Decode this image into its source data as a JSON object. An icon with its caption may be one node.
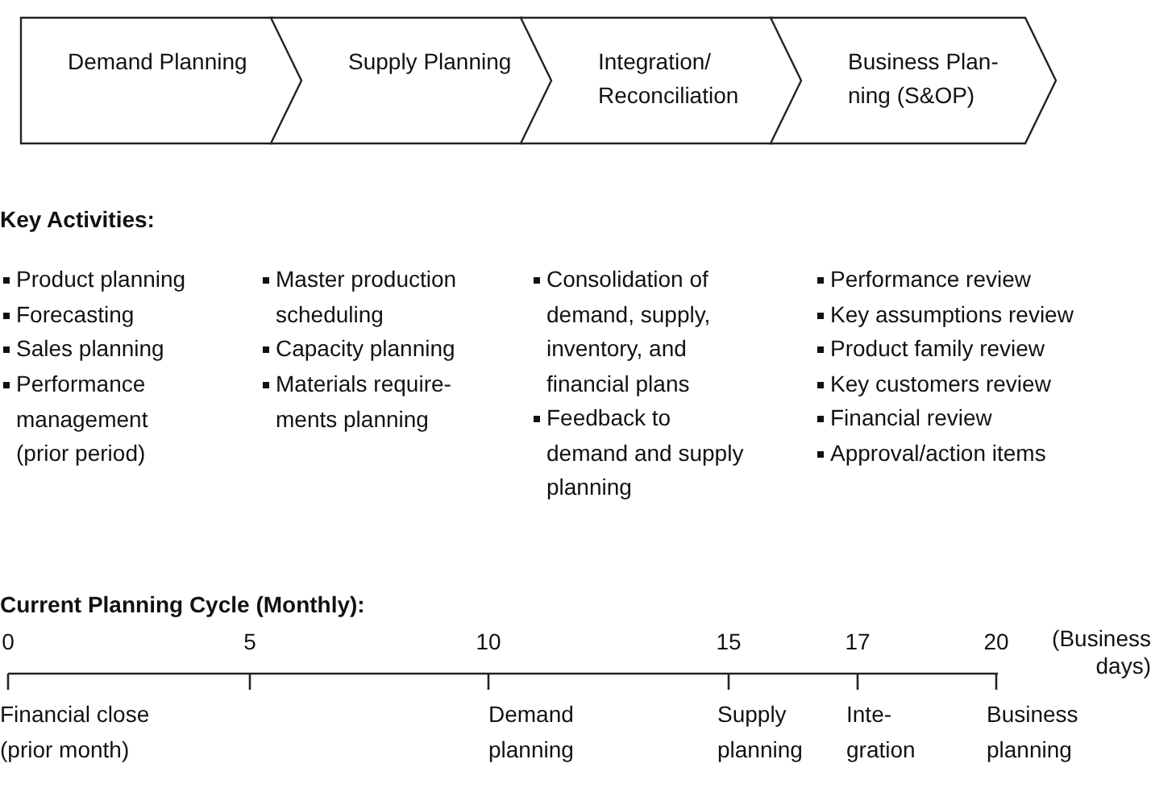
{
  "diagram": {
    "nodes": [
      {
        "text": [
          "Demand Planning"
        ]
      },
      {
        "text": [
          "Supply Planning"
        ]
      },
      {
        "text": [
          "Integration/ Reconciliation"
        ]
      },
      {
        "text": [
          "Business Plan- ning (S&OP)"
        ]
      }
    ],
    "edges": [],
    "labels": [
      "Key Activities:",
      "Product planning",
      "Forecasting",
      "Sales planning",
      "Performance management (prior period)",
      "Master production scheduling",
      "Capacity planning",
      "Materials require- ments planning",
      "Consolidation of demand, supply, inventory, and financial plans",
      "Feedback to demand and supply planning",
      "Performance review",
      "Key assumptions review",
      "Product family review",
      "Key customers review",
      "Financial review",
      "Approval/action items",
      "Current Planning Cycle (Monthly):",
      "0",
      "5",
      "10",
      "15",
      "17",
      "20",
      "(Business days)",
      "Financial close (prior month)",
      "Demand planning",
      "Supply planning",
      "Inte- gration",
      "Business planning"
    ]
  }
}
